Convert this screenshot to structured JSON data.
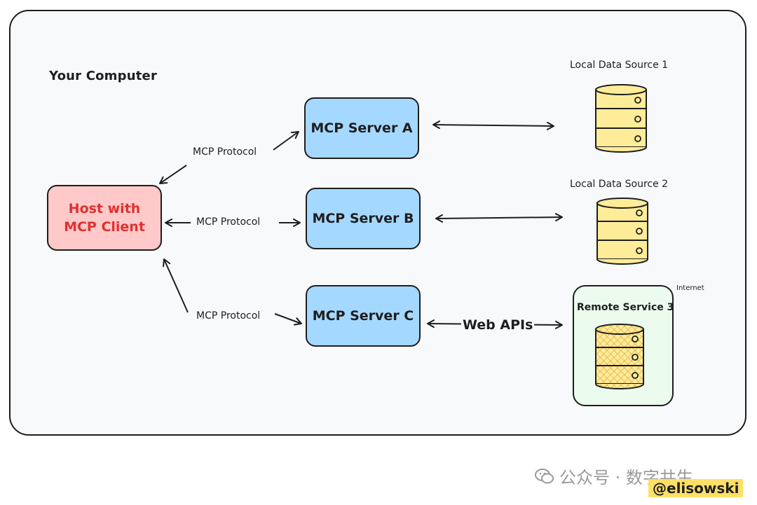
{
  "frame": {
    "title": "Your Computer"
  },
  "host": {
    "line1": "Host with",
    "line2": "MCP Client"
  },
  "servers": [
    {
      "label": "MCP Server A"
    },
    {
      "label": "MCP Server B"
    },
    {
      "label": "MCP Server C"
    }
  ],
  "protocols": [
    {
      "label": "MCP Protocol"
    },
    {
      "label": "MCP Protocol"
    },
    {
      "label": "MCP Protocol"
    }
  ],
  "data_sources": [
    {
      "label": "Local Data Source 1"
    },
    {
      "label": "Local Data Source 2"
    }
  ],
  "remote": {
    "label": "Remote Service 3",
    "zone": "Internet",
    "link_label": "Web APIs"
  },
  "watermark": {
    "text": "公众号 · 数字共生",
    "handle": "@elisowski"
  },
  "colors": {
    "host_fill": "#ffc9c9",
    "host_text": "#e03131",
    "server_fill": "#a5d8ff",
    "database_fill": "#ffec99",
    "remote_fill": "#ebfbee",
    "frame_fill": "#f8f9fa"
  }
}
